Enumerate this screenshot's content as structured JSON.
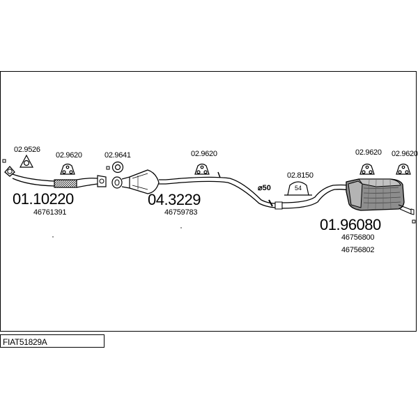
{
  "title": "FIAT51829A",
  "hardware": [
    {
      "ref": "02.9526",
      "icon": "gasket-icon"
    },
    {
      "ref": "02.9620",
      "icon": "rubber-hanger-icon"
    },
    {
      "ref": "02.9641",
      "icon": "ring-gasket-icon"
    },
    {
      "ref": "02.9620",
      "icon": "rubber-hanger-icon"
    },
    {
      "ref": "02.8150",
      "icon": "clamp-icon"
    },
    {
      "ref": "02.9620",
      "icon": "rubber-hanger-icon"
    },
    {
      "ref": "02.9620",
      "icon": "rubber-hanger-icon"
    }
  ],
  "clamp_size": "54",
  "diameter": "⌀50",
  "parts": [
    {
      "number": "01.10220",
      "oem": [
        "46761391"
      ],
      "name": "front-pipe"
    },
    {
      "number": "04.3229",
      "oem": [
        "46759783"
      ],
      "name": "catalytic-converter"
    },
    {
      "number": "01.96080",
      "oem": [
        "46756800",
        "46756802"
      ],
      "name": "rear-silencer"
    }
  ]
}
